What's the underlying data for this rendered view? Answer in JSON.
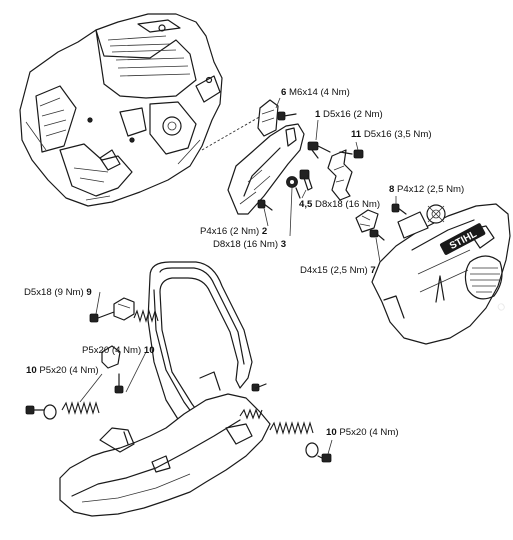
{
  "callouts": [
    {
      "name": "callout-6",
      "num": "6",
      "spec": "M6x14 (4 Nm)",
      "num_first": true
    },
    {
      "name": "callout-1",
      "num": "1",
      "spec": "D5x16 (2 Nm)",
      "num_first": true
    },
    {
      "name": "callout-11",
      "num": "11",
      "spec": "D5x16 (3,5 Nm)",
      "num_first": true
    },
    {
      "name": "callout-8",
      "num": "8",
      "spec": "P4x12 (2,5 Nm)",
      "num_first": true
    },
    {
      "name": "callout-4-5",
      "num": "4,5",
      "spec": "D8x18 (16 Nm)",
      "num_first": true
    },
    {
      "name": "callout-2",
      "num": "2",
      "spec": "P4x16 (2 Nm)",
      "num_first": false
    },
    {
      "name": "callout-3",
      "num": "3",
      "spec": "D8x18 (16 Nm)",
      "num_first": false
    },
    {
      "name": "callout-7",
      "num": "7",
      "spec": "D4x15 (2,5 Nm)",
      "num_first": false
    },
    {
      "name": "callout-9",
      "num": "9",
      "spec": "D5x18 (9 Nm)",
      "num_first": false
    },
    {
      "name": "callout-10-upper",
      "num": "10",
      "spec": "P5x20 (4 Nm)",
      "num_first": false
    },
    {
      "name": "callout-10-left",
      "num": "10",
      "spec": "P5x20 (4 Nm)",
      "num_first": true
    },
    {
      "name": "callout-10-right",
      "num": "10",
      "spec": "P5x20 (4 Nm)",
      "num_first": true
    }
  ],
  "cover_brand": "STIHL",
  "colors": {
    "line": "#1a1a1a",
    "text": "#111111",
    "background": "#ffffff"
  }
}
